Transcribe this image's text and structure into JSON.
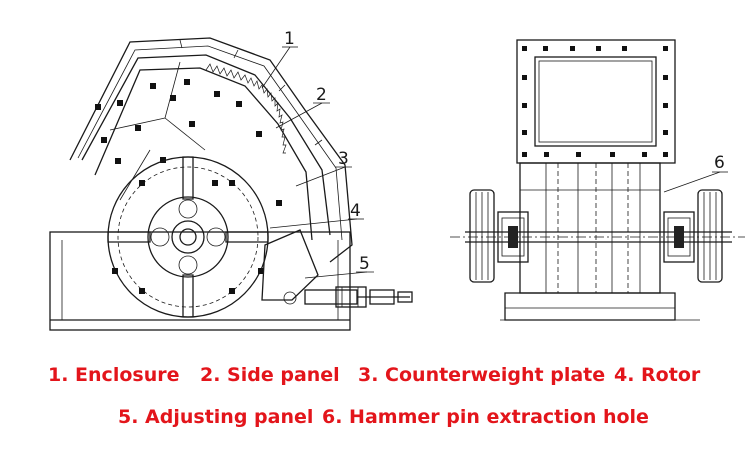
{
  "callouts": [
    "1",
    "2",
    "3",
    "4",
    "5",
    "6"
  ],
  "legend": {
    "item1": "1. Enclosure",
    "item2": "2. Side panel",
    "item3": "3. Counterweight plate",
    "item4": "4. Rotor",
    "item5": "5. Adjusting panel",
    "item6": "6. Hammer pin extraction hole"
  },
  "colors": {
    "legend_text": "#e3151b",
    "line": "#1a1a1a"
  }
}
